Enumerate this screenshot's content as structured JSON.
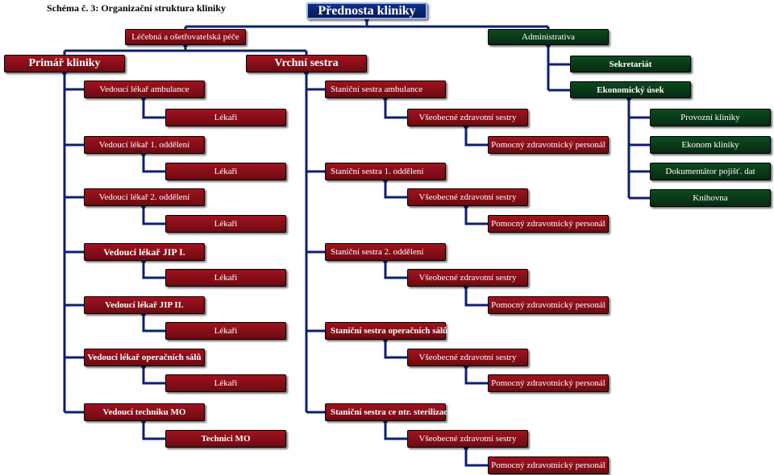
{
  "title": "Schéma č. 3: Organizační struktura kliniky",
  "root": "Přednosta kliniky",
  "l1": {
    "care": "Léčebná a ošetřovatelská péče",
    "admin": "Administrativa"
  },
  "l2": {
    "primar": "Primář kliniky",
    "vrchni": "Vrchní sestra"
  },
  "admin_units": {
    "sekretariat": "Sekretariát",
    "ekonomicky": "Ekonomický úsek",
    "provozni": "Provozní kliniky",
    "ekonom": "Ekonom kliniky",
    "dokumentator": "Dokumentátor pojišť. dat",
    "knihovna": "Knihovna"
  },
  "doctors": {
    "ambulance": "Vedoucí lékař ambulance",
    "odd1": "Vedoucí lékař 1. oddělení",
    "odd2": "Vedoucí lékař 2. oddělení",
    "jip1": "Vedoucí lékař JIP I.",
    "jip2": "Vedoucí lékař JIP II.",
    "operacni": "Vedoucí lékař operačních sálů",
    "technik": "Vedoucí techniku MO",
    "lekari": "Lékaři",
    "technici": "Technici MO"
  },
  "nurses": {
    "ambulance": "Staniční sestra ambulance",
    "odd1": "Staniční sestra 1. oddělení",
    "odd2": "Staniční sestra 2. oddělení",
    "operacni": "Staniční sestra operačních sálů",
    "sterilizace": "Staniční sestra ce ntr. sterilizace",
    "vseobecne": "Všeobecné zdravotní sestry",
    "pomocny": "Pomocný zdravotnický personál"
  },
  "colors": {
    "line": "#0b1f73",
    "red_box": "#8c0f1a",
    "green_box": "#0a3d1a",
    "blue_box": "#0c2e8a"
  }
}
